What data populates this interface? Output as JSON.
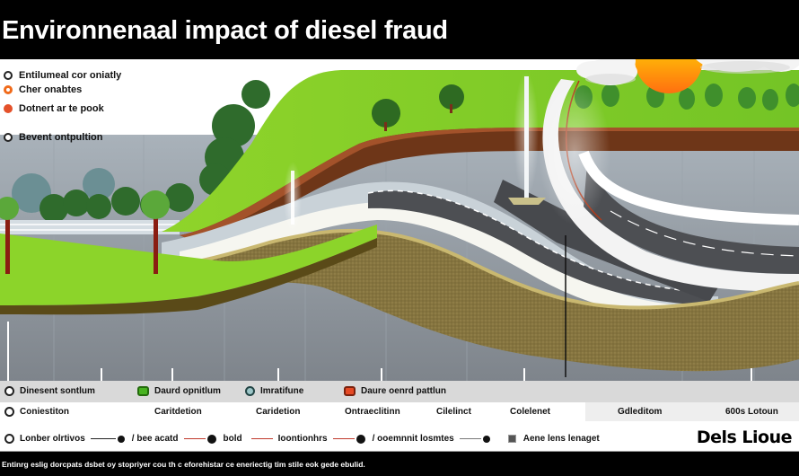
{
  "header": {
    "title": "Environnenaal impact of diesel fraud"
  },
  "scene_legend": [
    {
      "icon": "gray-ring",
      "label": "Entilumeal cor oniatly"
    },
    {
      "icon": "orange-ring",
      "label": "Cher onabtes"
    },
    {
      "icon": "red-dot",
      "label": "Dotnert ar te pook"
    },
    {
      "icon": "gray-ring",
      "label": "Bevent ontpultion"
    }
  ],
  "legend_row": [
    {
      "icon": "gray-ring",
      "label": "Dinesent sontlum"
    },
    {
      "icon": "green-square",
      "label": "Daurd opnitlum"
    },
    {
      "icon": "teal-ring",
      "label": "Imratifune"
    },
    {
      "icon": "red-square",
      "label": "Daure oenrd pattlun"
    }
  ],
  "category_row": [
    {
      "icon": "gray-ring",
      "label": "Coniestiton"
    },
    {
      "label": "Caritdetion"
    },
    {
      "label": "Caridetion"
    },
    {
      "label": "Ontraeclitinn"
    },
    {
      "label": "Cilelinct"
    },
    {
      "label": "Colelenet"
    },
    {
      "label": "Gdleditom"
    },
    {
      "label": "600s Lotoun"
    }
  ],
  "line_legend": [
    {
      "icon": "gray-ring",
      "label": "Lonber olrtivos"
    },
    {
      "line": "dark",
      "label": "/ bee acatd"
    },
    {
      "line": "red",
      "label": "bold"
    },
    {
      "line": "red",
      "label": "Ioontionhrs"
    },
    {
      "line": "dark",
      "label": "/ ooemnnit losmtes"
    },
    {
      "line": "gray",
      "label": "Aene lens lenaget"
    }
  ],
  "brand": "Dels Lioue",
  "footer": {
    "caption": "Entinrg eslig dorcpats dsbet oy stopriyer cou th c eforehistar ce eneriectig tim stile eok gede ebulid."
  },
  "colors": {
    "grass": "#7fcf2a",
    "soil": "#6b3418",
    "road": "#4d4f53",
    "ground": "#8a7a46",
    "sky_bg": "#ffffff",
    "sun_top": "#ffe800",
    "sun_bottom": "#ff7a10"
  }
}
